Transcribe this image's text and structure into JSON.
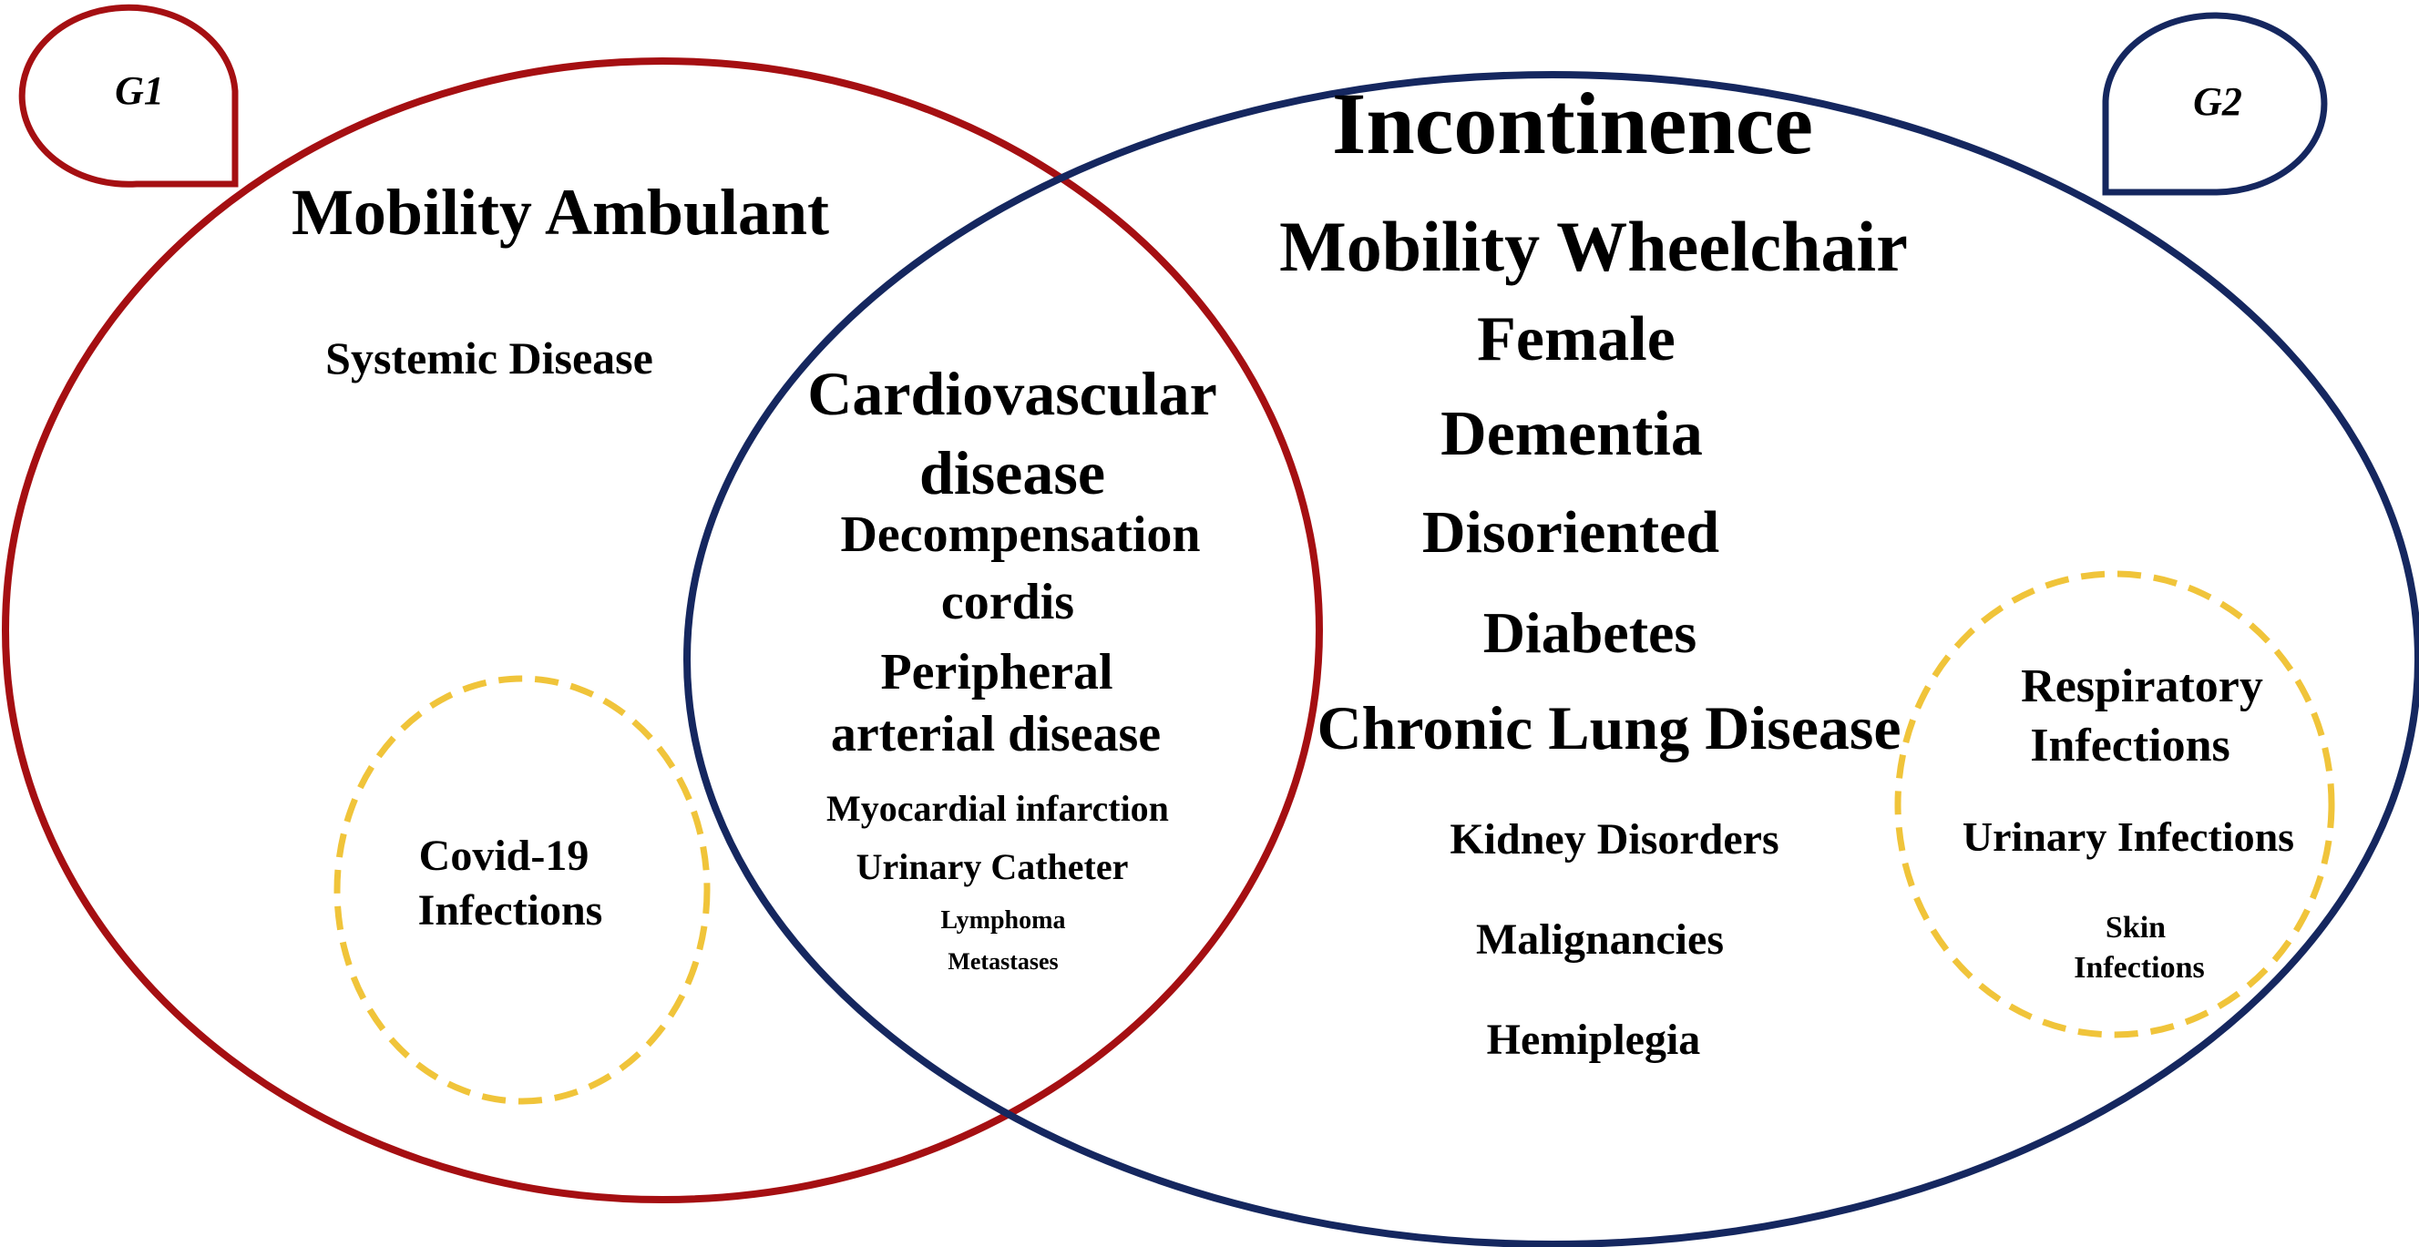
{
  "colors": {
    "group1": "#a50f12",
    "group2": "#15275f",
    "subset": "#f0c43a",
    "text": "#000000"
  },
  "group1": {
    "tag": "G1",
    "items": [
      "Mobility Ambulant",
      "Systemic Disease"
    ]
  },
  "group1_subset": {
    "items": [
      "Covid-19",
      "Infections"
    ]
  },
  "overlap": {
    "items": [
      "Cardiovascular",
      "disease",
      "Decompensation",
      "cordis",
      "Peripheral",
      "arterial disease",
      "Myocardial infarction",
      "Urinary Catheter",
      "Lymphoma",
      "Metastases"
    ]
  },
  "group2": {
    "tag": "G2",
    "items": [
      "Incontinence",
      "Mobility Wheelchair",
      "Female",
      "Dementia",
      "Disoriented",
      "Diabetes",
      "Chronic Lung Disease",
      "Kidney Disorders",
      "Malignancies",
      "Hemiplegia"
    ]
  },
  "group2_subset": {
    "items": [
      "Respiratory",
      "Infections",
      "Urinary Infections",
      "Skin",
      "Infections"
    ]
  }
}
